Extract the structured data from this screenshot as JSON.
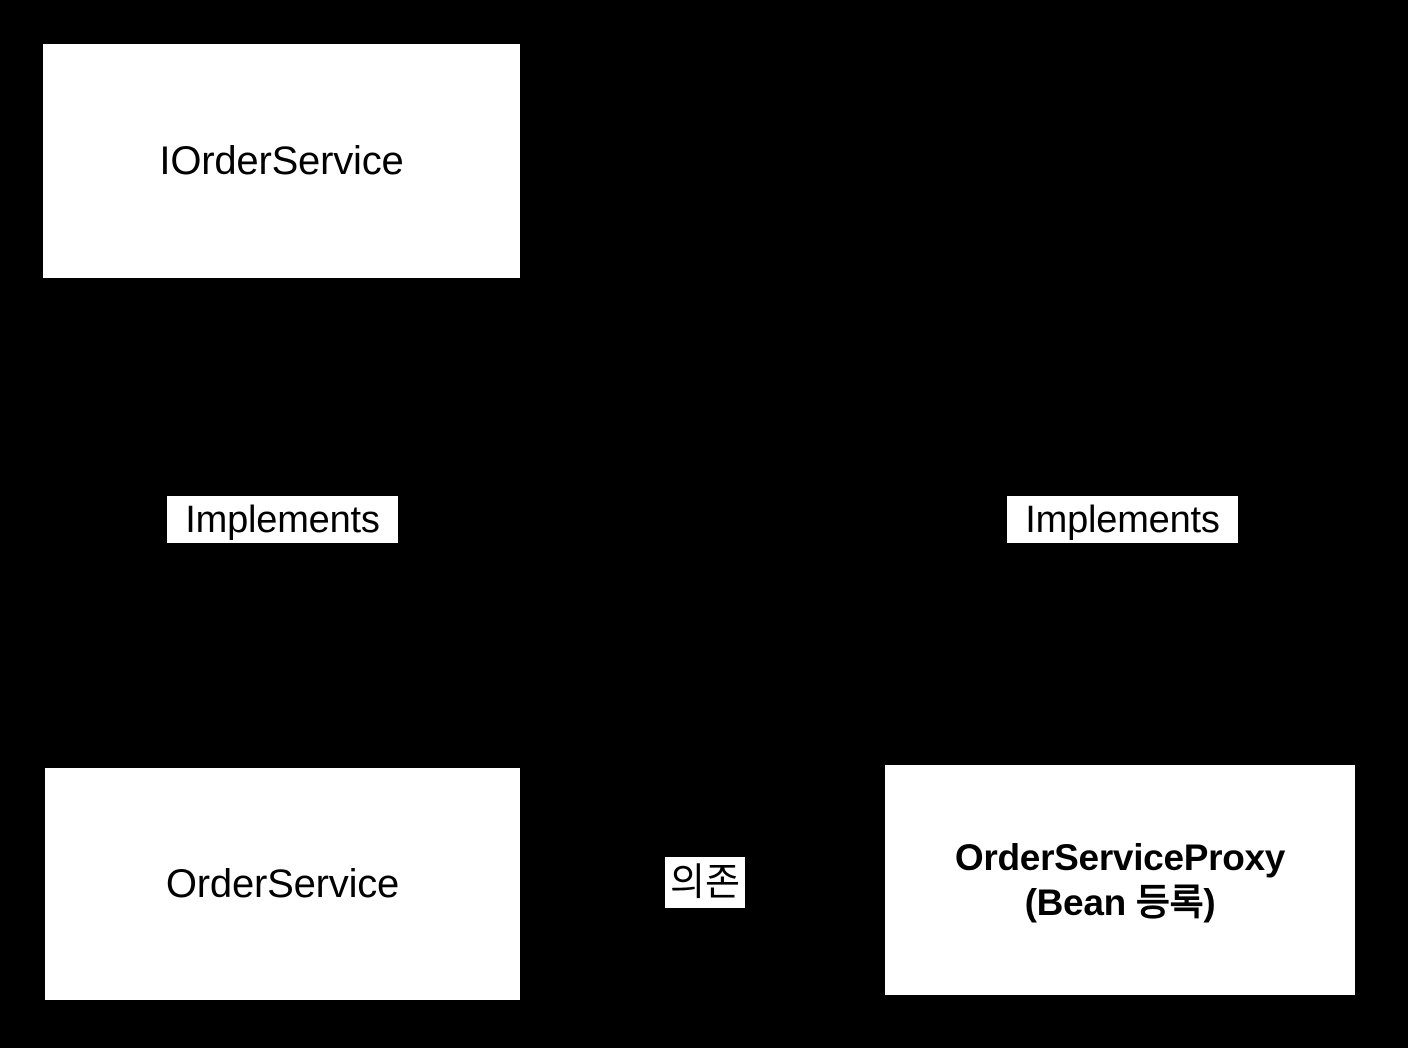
{
  "diagram": {
    "title": "Proxy pattern class relationship diagram",
    "background_color": "#000000",
    "node_fill_color": "#ffffff",
    "text_color": "#000000",
    "nodes": [
      {
        "id": "iorderservice",
        "label": "IOrderService",
        "role": "interface"
      },
      {
        "id": "orderservice",
        "label": "OrderService",
        "role": "implementation"
      },
      {
        "id": "orderserviceproxy",
        "label": "OrderServiceProxy\n(Bean 등록)",
        "role": "proxy"
      }
    ],
    "edge_labels": [
      {
        "id": "implements-left",
        "label": "Implements",
        "from": "orderservice",
        "to": "iorderservice"
      },
      {
        "id": "implements-right",
        "label": "Implements",
        "from": "orderserviceproxy",
        "to": "iorderservice"
      },
      {
        "id": "depends",
        "label": "의존",
        "from": "orderserviceproxy",
        "to": "orderservice"
      }
    ]
  }
}
